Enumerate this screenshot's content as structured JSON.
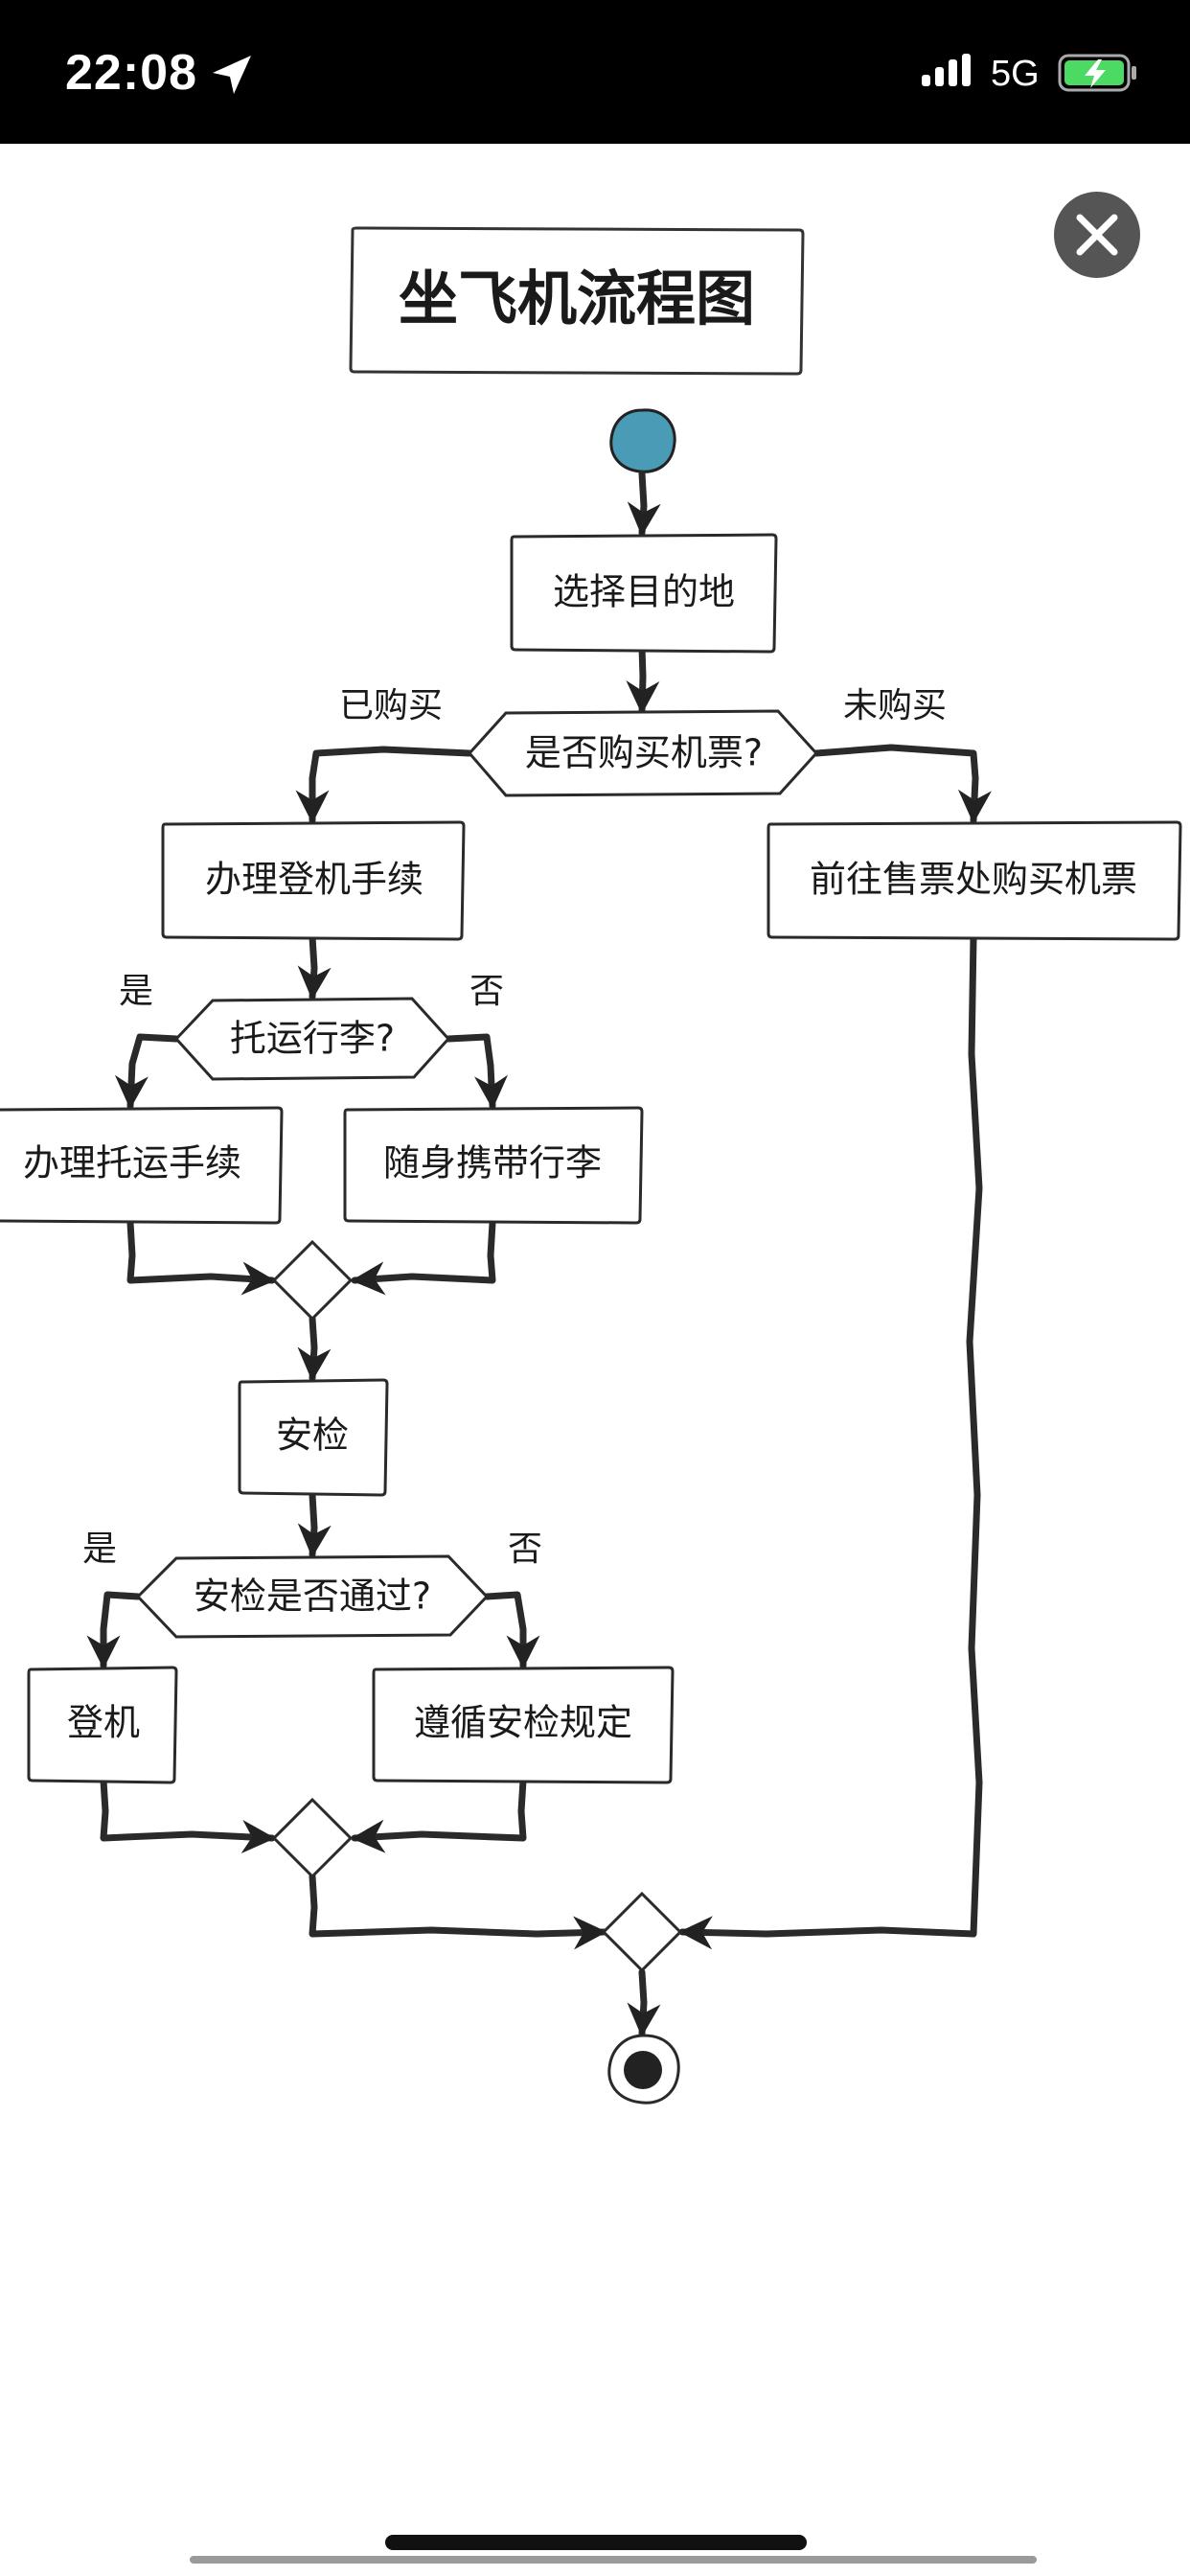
{
  "status_bar": {
    "time": "22:08",
    "network": "5G",
    "icons": [
      "location-arrow-icon",
      "signal-bars-icon",
      "battery-charging-icon"
    ],
    "battery_color": "#4cd964"
  },
  "close_icon": "close-icon",
  "diagram": {
    "title": "坐飞机流程图",
    "start_color": "#4a9bb5",
    "nodes": {
      "choose_destination": "选择目的地",
      "buy_ticket_q": "是否购买机票?",
      "checkin": "办理登机手续",
      "ticket_office": "前往售票处购买机票",
      "checked_luggage_q": "托运行李?",
      "checked_luggage": "办理托运手续",
      "carry_on": "随身携带行李",
      "security": "安检",
      "security_pass_q": "安检是否通过?",
      "board": "登机",
      "follow_rules": "遵循安检规定"
    },
    "edges": {
      "bought": "已购买",
      "not_bought": "未购买",
      "luggage_yes": "是",
      "luggage_no": "否",
      "pass_yes": "是",
      "pass_no": "否"
    }
  }
}
